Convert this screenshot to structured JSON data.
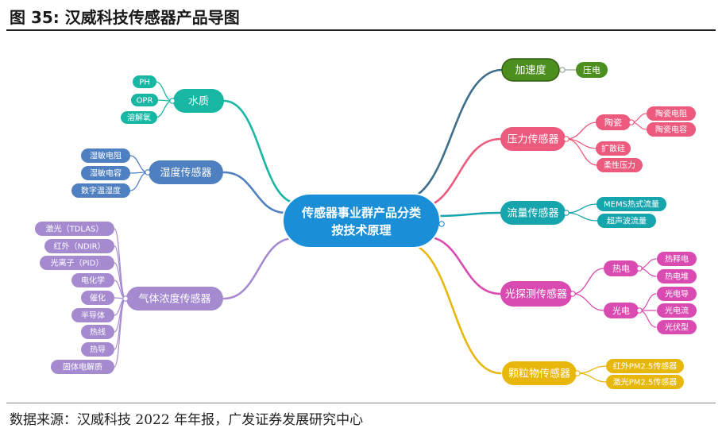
{
  "title": "图 35: 汉威科技传感器产品导图",
  "source": "数据来源：汉威科技 2022 年年报，广发证券发展研究中心",
  "colors": {
    "center": "#1a8fd8",
    "accel": "#4d8f1f",
    "pressure": "#ec5a7e",
    "flow": "#16a5ad",
    "light": "#d94bb0",
    "particle": "#e8b70c",
    "water": "#17b7a4",
    "humidity": "#4e7fc0",
    "gas": "#a58ad0"
  },
  "center": {
    "line1": "传感器事业群产品分类",
    "line2": "按技术原理"
  },
  "branches": {
    "accel": {
      "label": "加速度",
      "children": [
        "压电"
      ]
    },
    "pressure": {
      "label": "压力传感器",
      "sub": "陶瓷",
      "sub_children": [
        "陶瓷电阻",
        "陶瓷电容"
      ],
      "children": [
        "扩散硅",
        "柔性压力"
      ]
    },
    "flow": {
      "label": "流量传感器",
      "children": [
        "MEMS热式流量",
        "超声波流量"
      ]
    },
    "light": {
      "label": "光探测传感器",
      "heat": "热电",
      "heat_children": [
        "热释电",
        "热电堆"
      ],
      "photo": "光电",
      "photo_children": [
        "光电导",
        "光电流",
        "光伏型"
      ]
    },
    "particle": {
      "label": "颗粒物传感器",
      "children": [
        "红外PM2.5传感器",
        "激光PM2.5传感器"
      ]
    },
    "water": {
      "label": "水质",
      "children": [
        "PH",
        "OPR",
        "溶解氧"
      ]
    },
    "humidity": {
      "label": "湿度传感器",
      "children": [
        "湿敏电阻",
        "湿敏电容",
        "数字温湿度"
      ]
    },
    "gas": {
      "label": "气体浓度传感器",
      "children": [
        "激光（TDLAS）",
        "红外（NDIR）",
        "光离子（PID）",
        "电化学",
        "催化",
        "半导体",
        "热线",
        "热导",
        "固体电解质"
      ]
    }
  }
}
